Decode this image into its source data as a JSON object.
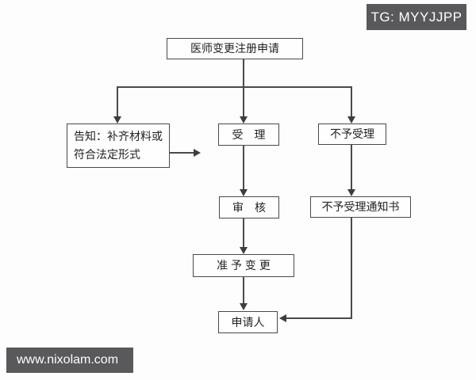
{
  "badge": {
    "label": "TG: MYYJJPP",
    "bg_color": "#59595b",
    "text_color": "#ffffff"
  },
  "watermark": {
    "label": "www.nixolam.com",
    "bg_color": "#59595b",
    "text_color": "#ffffff"
  },
  "flowchart": {
    "colors": {
      "box_border": "#4a4a4a",
      "box_bg": "#fefefe",
      "line": "#4a4a4a",
      "text": "#222222",
      "background": "#fdfdfd"
    },
    "nodes": {
      "start": {
        "label": "医师变更注册申请"
      },
      "notify": {
        "line1": "告知：补齐材料或",
        "line2": "符合法定形式"
      },
      "accept": {
        "label": "受　理"
      },
      "reject": {
        "label": "不予受理"
      },
      "review": {
        "label": "审　核"
      },
      "notice": {
        "label": "不予受理通知书"
      },
      "approve": {
        "label": "准 予 变 更"
      },
      "applicant": {
        "label": "申请人"
      }
    },
    "edges": [
      "start -> accept",
      "start -> notify",
      "start -> reject",
      "notify -> (accept)",
      "accept -> review",
      "reject -> notice",
      "review -> approve",
      "approve -> applicant",
      "notice -> applicant"
    ]
  }
}
